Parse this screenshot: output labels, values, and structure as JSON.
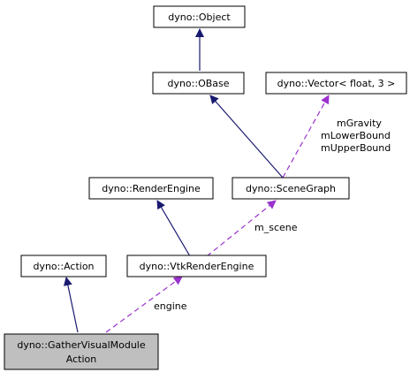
{
  "diagram": {
    "colors": {
      "inheritance_edge": "#191970",
      "usage_edge": "#9a32cd",
      "node_border": "#000000",
      "node_fill": "#ffffff",
      "highlight_fill": "#bfbfbf"
    },
    "nodes": {
      "object": "dyno::Object",
      "obase": "dyno::OBase",
      "vector": "dyno::Vector< float, 3 >",
      "render_engine": "dyno::RenderEngine",
      "scene_graph": "dyno::SceneGraph",
      "action": "dyno::Action",
      "vtk_render_engine": "dyno::VtkRenderEngine",
      "gather_line1": "dyno::GatherVisualModule",
      "gather_line2": "Action"
    },
    "edge_labels": {
      "gravity": "mGravity",
      "lower_bound": "mLowerBound",
      "upper_bound": "mUpperBound",
      "scene": "m_scene",
      "engine": "engine"
    }
  }
}
